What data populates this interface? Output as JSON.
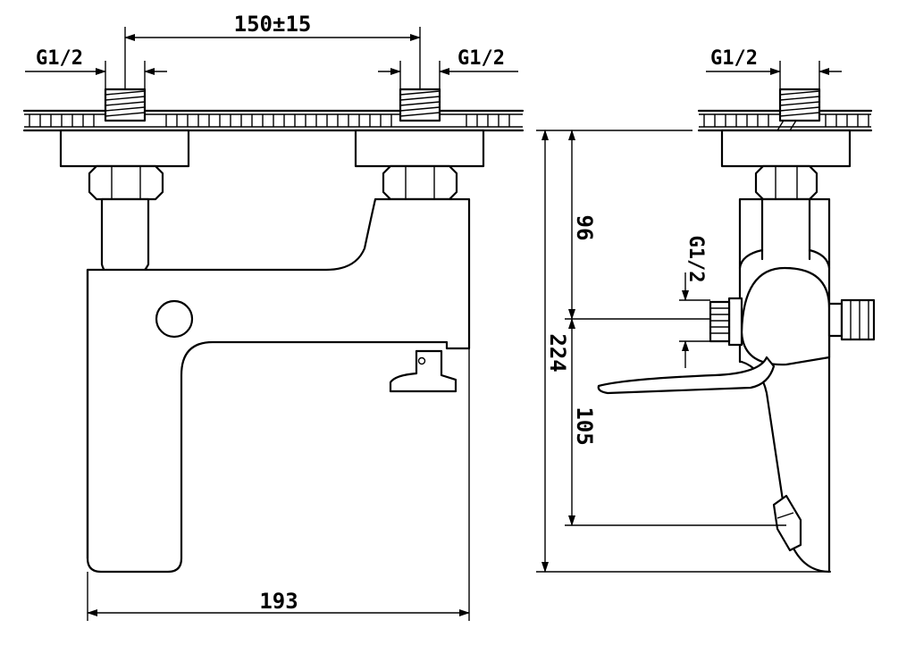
{
  "dimensions": {
    "thread_left": "G1/2",
    "thread_right": "G1/2",
    "thread_side_top": "G1/2",
    "thread_side_outlet": "G1/2",
    "center_distance": "150±15",
    "overall_width": "193",
    "overall_height": "224",
    "upper_height": "96",
    "lower_height": "105"
  }
}
